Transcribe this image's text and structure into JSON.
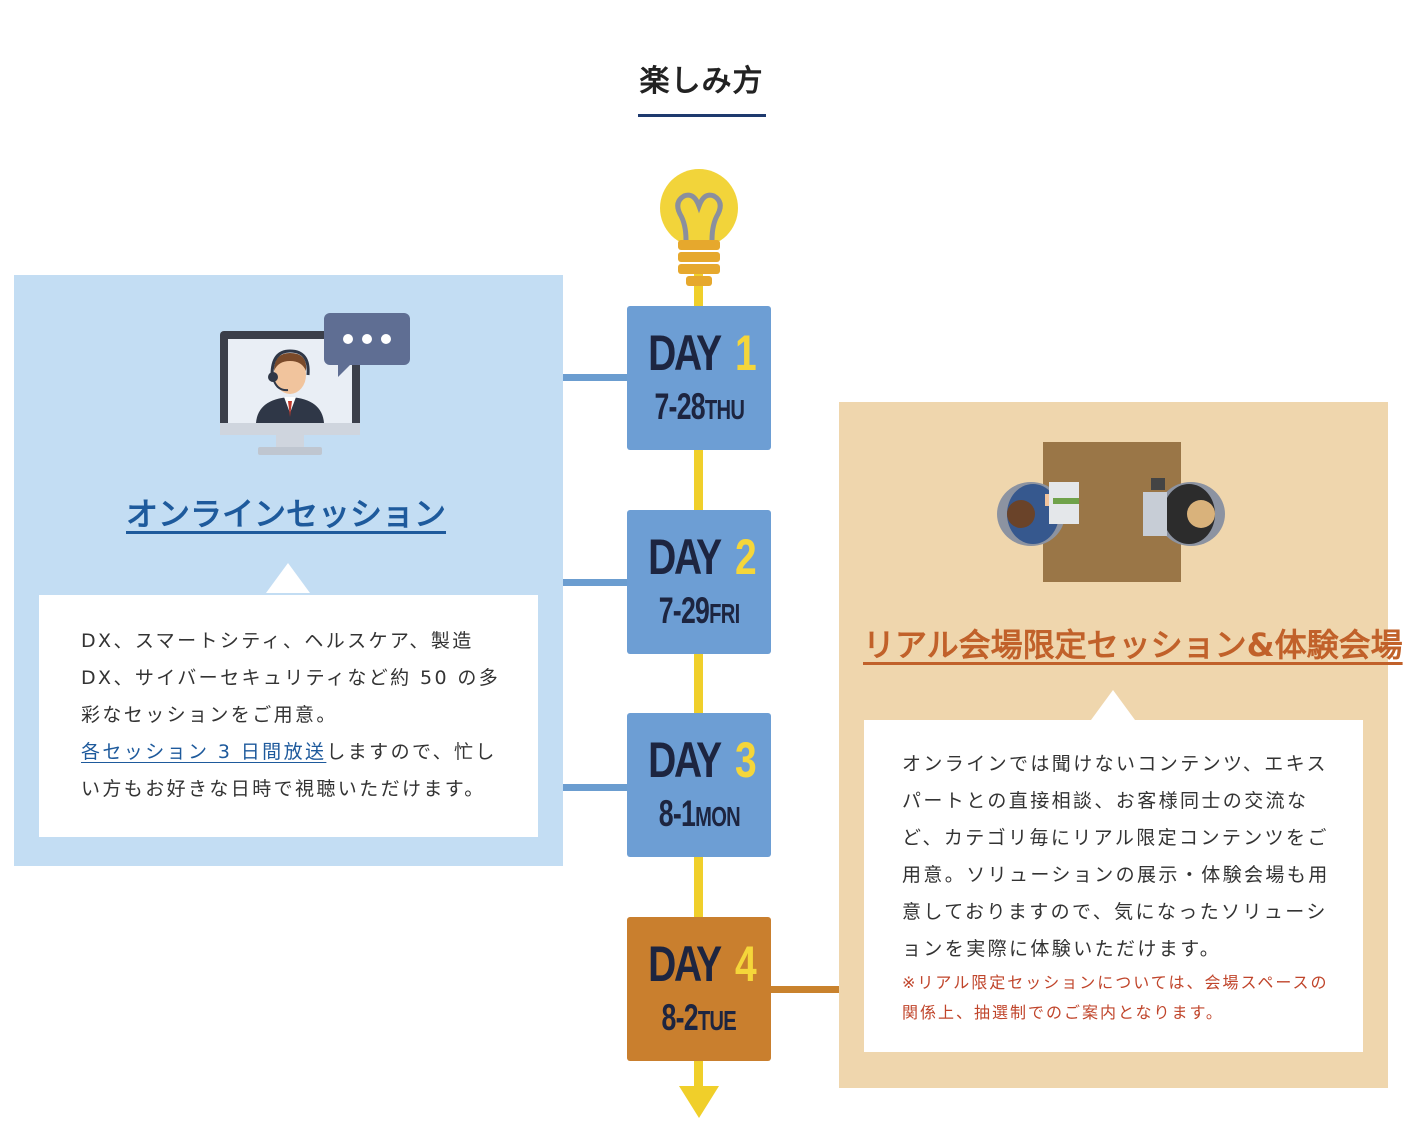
{
  "heading": "楽しみ方",
  "days": [
    {
      "label": "DAY",
      "num": "1",
      "date": "7-28",
      "weekday": "THU"
    },
    {
      "label": "DAY",
      "num": "2",
      "date": "7-29",
      "weekday": "FRI"
    },
    {
      "label": "DAY",
      "num": "3",
      "date": "8-1",
      "weekday": "MON"
    },
    {
      "label": "DAY",
      "num": "4",
      "date": "8-2",
      "weekday": "TUE"
    }
  ],
  "online": {
    "title": "オンラインセッション",
    "text1": "DX、スマートシティ、ヘルスケア、製造DX、サイバーセキュリティなど約 50 の多彩なセッションをご用意。",
    "highlight": "各セッション 3 日間放送",
    "text2": "しますので、忙しい方もお好きな日時で視聴いただけます。"
  },
  "real": {
    "title": "リアル会場限定セッション&体験会場",
    "text": "オンラインでは聞けないコンテンツ、エキスパートとの直接相談、お客様同士の交流など、カテゴリ毎にリアル限定コンテンツをご用意。ソリューションの展示・体験会場も用意しておりますので、気になったソリューションを実際に体験いただけます。",
    "note": "※リアル限定セッションについては、会場スペースの関係上、抽選制でのご案内となります。"
  },
  "colors": {
    "navy": "#1e3a6e",
    "timeline": "#f0cf2a",
    "blue_box": "#6d9ed4",
    "orange_box": "#c97f2e",
    "left_panel": "#c3ddf3",
    "right_panel": "#efd6ad"
  }
}
